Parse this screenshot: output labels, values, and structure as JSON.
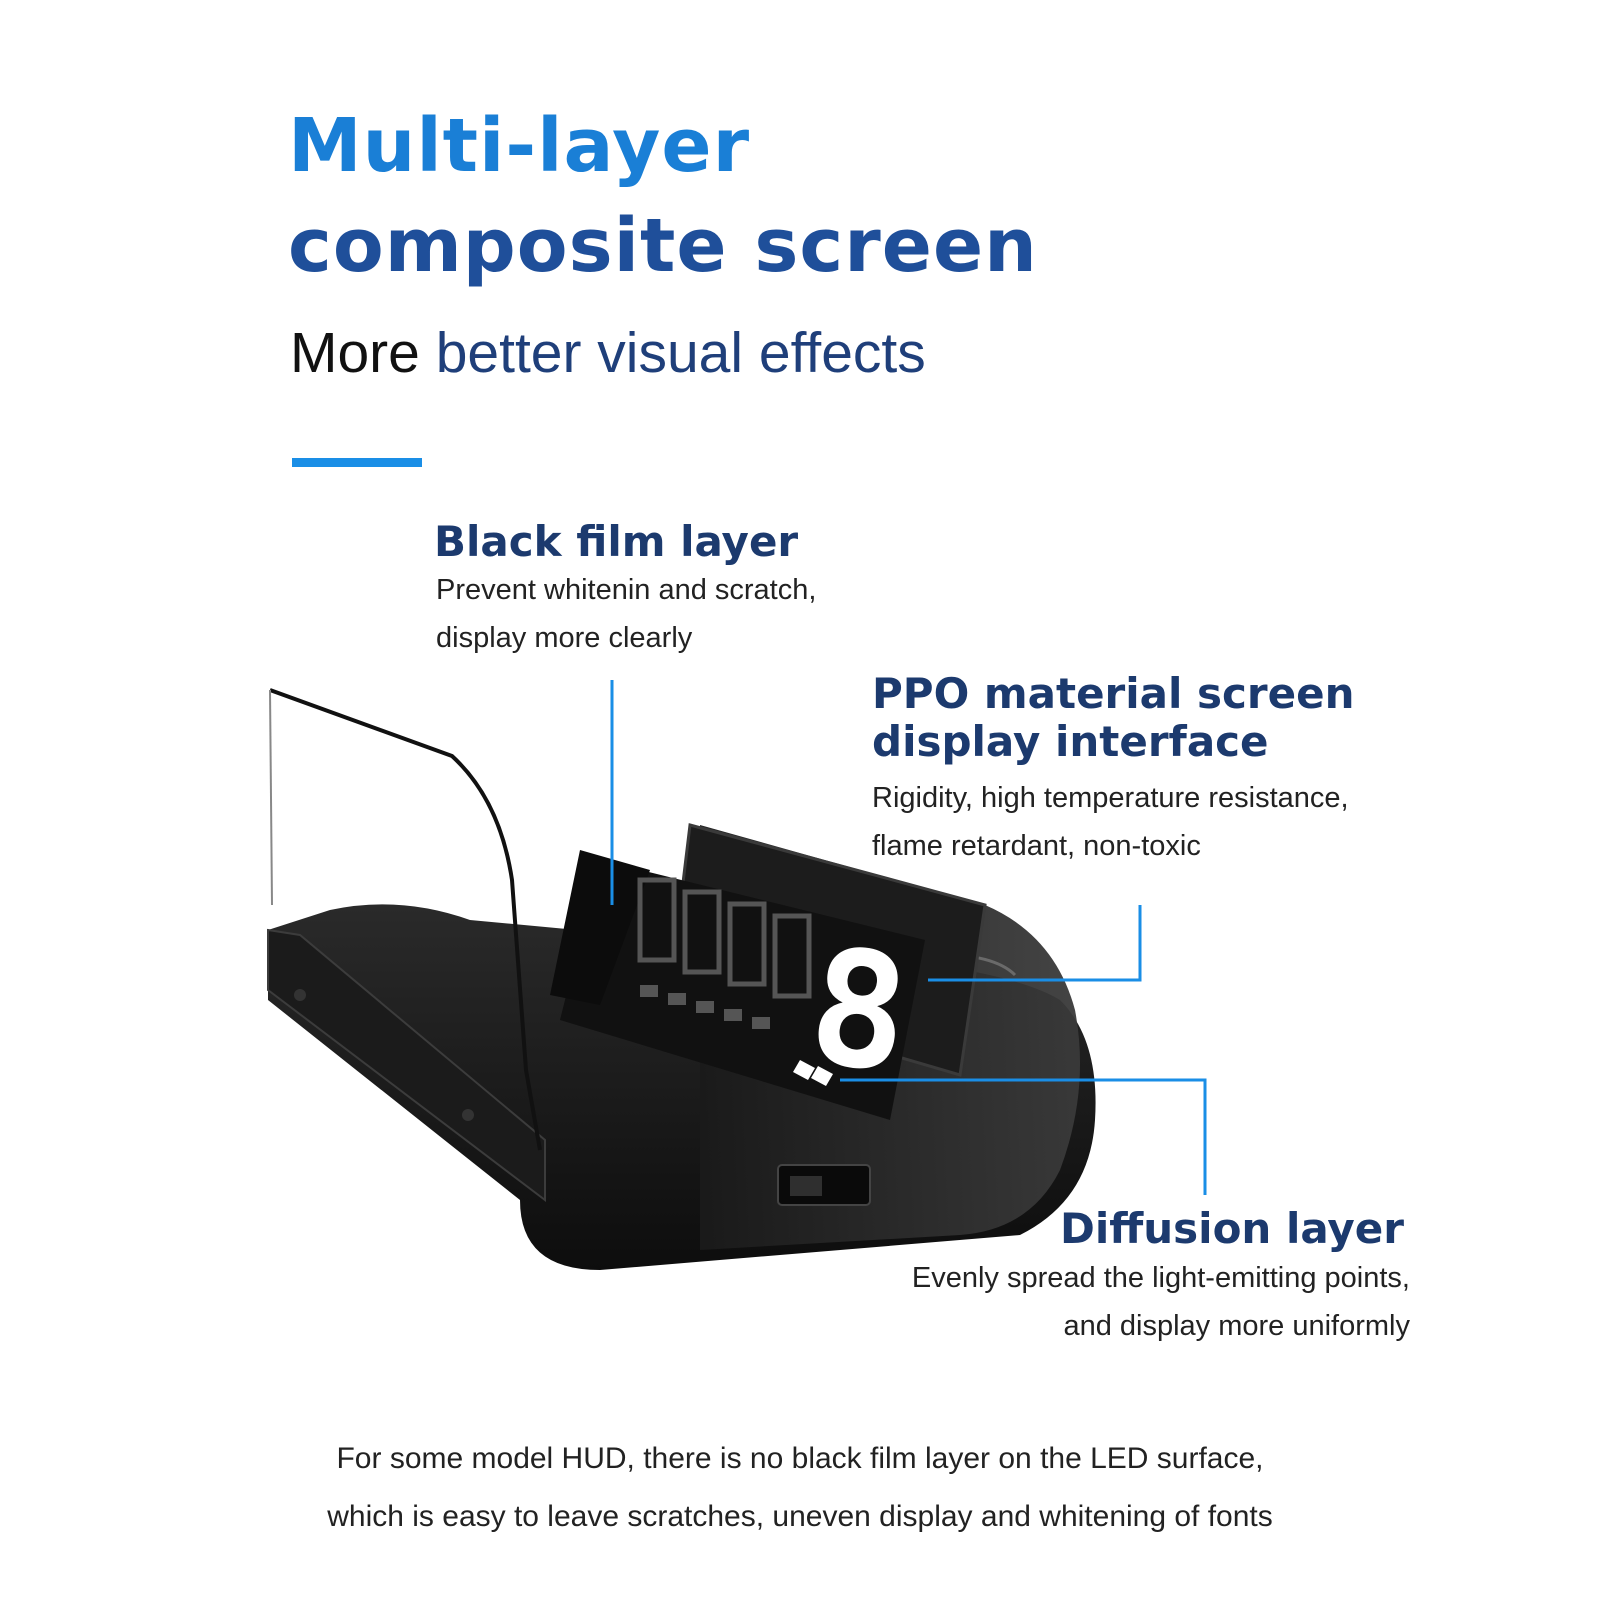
{
  "heading": {
    "line1": "Multi-layer",
    "line2": "composite screen"
  },
  "subheading": {
    "part1": "More",
    "part2": "better visual effects"
  },
  "callouts": {
    "black_film": {
      "title": "Black film layer",
      "desc_line1": "Prevent whitenin and scratch,",
      "desc_line2": "display more clearly"
    },
    "ppo": {
      "title_line1": "PPO material screen",
      "title_line2": "display interface",
      "desc_line1": "Rigidity, high temperature resistance,",
      "desc_line2": "flame retardant, non-toxic"
    },
    "diffusion": {
      "title": "Diffusion layer",
      "desc_line1": "Evenly spread the light-emitting points,",
      "desc_line2": "and display more uniformly"
    }
  },
  "footer": {
    "line1": "For some model HUD, there is no black film layer on the LED surface,",
    "line2": "which is easy to leave scratches, uneven display and whitening of fonts"
  },
  "colors": {
    "title_blue": "#1a7fd6",
    "title_navy": "#1f4f9a",
    "callout_navy": "#1c3a6e",
    "accent_line": "#1a8ee6",
    "device_black": "#141414"
  },
  "display_digit": "8"
}
